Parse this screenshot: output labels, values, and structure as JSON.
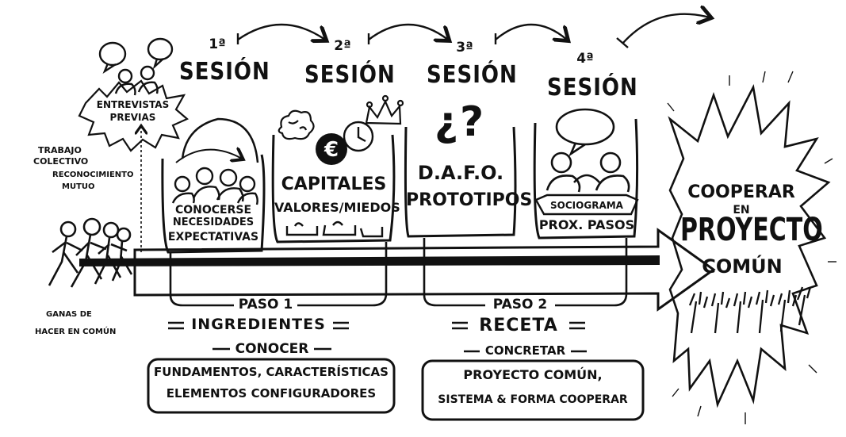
{
  "sessions": [
    {
      "num": "1ª",
      "label": "SESIÓN",
      "content": [
        "CONOCERSE",
        "NECESIDADES",
        "EXPECTATIVAS"
      ]
    },
    {
      "num": "2ª",
      "label": "SESIÓN",
      "content": [
        "CAPITALES",
        "VALORES/MIEDOS"
      ]
    },
    {
      "num": "3ª",
      "label": "SESIÓN",
      "content": [
        "¿?",
        "D.A.F.O.",
        "PROTOTIPOS"
      ]
    },
    {
      "num": "4ª",
      "label": "SESIÓN",
      "content": [
        "SOCIOGRAMA",
        "PROX. PASOS"
      ]
    }
  ],
  "left": {
    "entrevistas": [
      "ENTREVISTAS",
      "PREVIAS"
    ],
    "trabajo": [
      "TRABAJO",
      "COLECTIVO",
      "RECONOCIMIENTO",
      "MUTUO"
    ],
    "ganas": [
      "GANAS DE",
      "HACER EN COMÚN"
    ]
  },
  "steps": [
    {
      "paso": "PASO 1",
      "title": "INGREDIENTES",
      "verb": "CONOCER",
      "text": [
        "FUNDAMENTOS, CARACTERÍSTICAS",
        "ELEMENTOS CONFIGURADORES"
      ]
    },
    {
      "paso": "PASO 2",
      "title": "RECETA",
      "verb": "CONCRETAR",
      "text": [
        "PROYECTO COMÚN,",
        "SISTEMA & FORMA COOPERAR"
      ]
    }
  ],
  "goal": {
    "line1": "COOPERAR",
    "line2": "EN",
    "line3": "PROYECTO",
    "line4": "COMÚN"
  },
  "icons": [
    "speech-bubble-icon",
    "people-icon",
    "euro-icon",
    "clock-icon",
    "crown-icon",
    "running-people-icon",
    "raised-hands-icon"
  ]
}
